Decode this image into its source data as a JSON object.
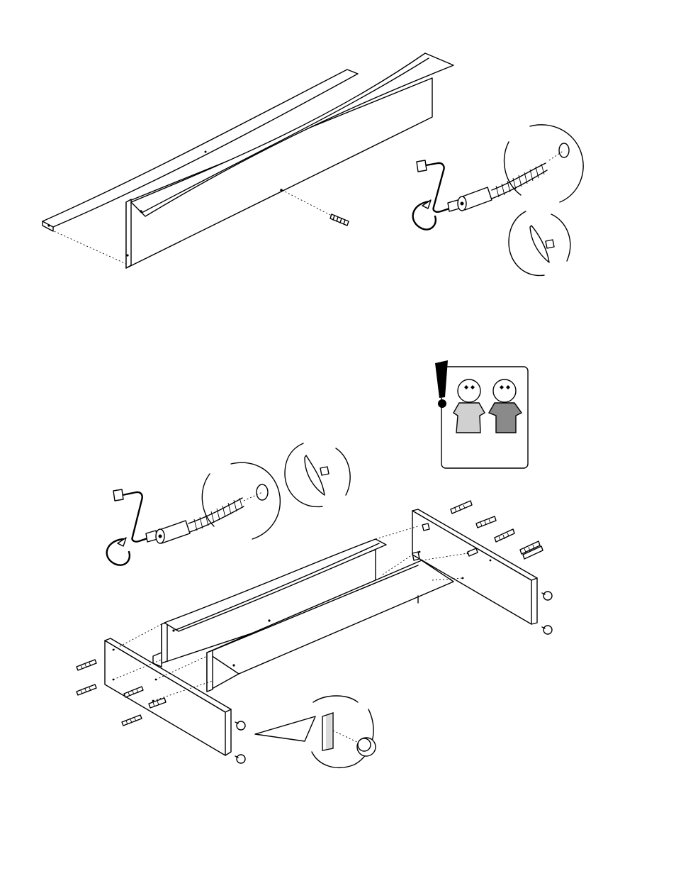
{
  "document": {
    "steps": [
      {
        "id": "step-1",
        "parts": [
          "long-board",
          "back-panel",
          "cam-bolt",
          "hex-key",
          "cam-lock"
        ]
      },
      {
        "id": "step-2",
        "parts": [
          "left-side-panel",
          "right-side-panel",
          "center-panel",
          "shelf",
          "wood-dowel",
          "cam-bolt",
          "hex-key",
          "cam-lock",
          "plastic-foot"
        ]
      }
    ],
    "notice": {
      "icon": "two-person-assembly-icon",
      "accent_light": "#d0d0d0",
      "accent_dark": "#8a8a8a"
    }
  }
}
